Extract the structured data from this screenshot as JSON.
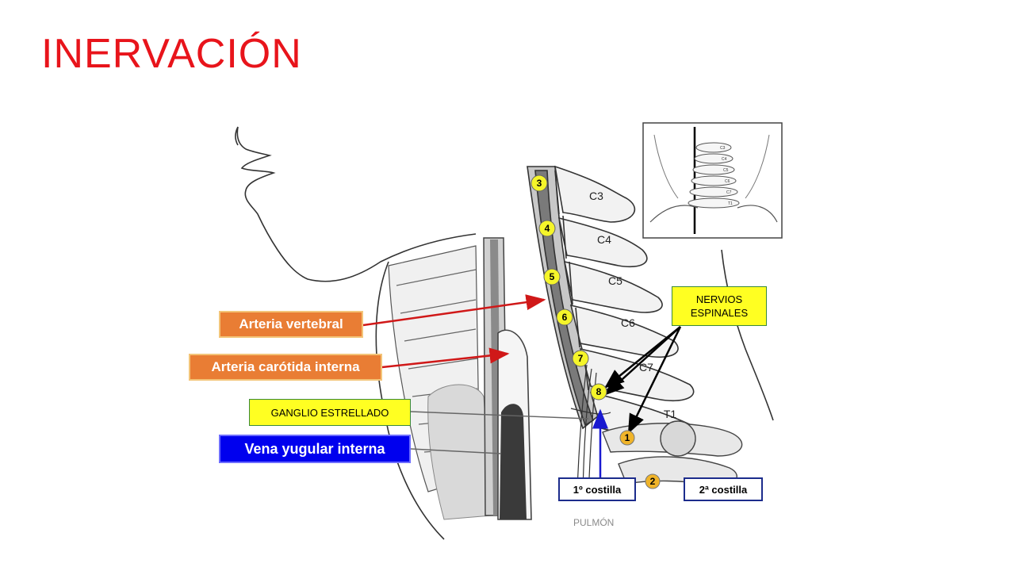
{
  "slide": {
    "title": "INERVACIÓN"
  },
  "labels": {
    "arteria_vertebral": "Arteria vertebral",
    "arteria_carotida": "Arteria carótida interna",
    "ganglio": "GANGLIO ESTRELLADO",
    "vena_yugular": "Vena yugular interna",
    "costilla_1": "1º costilla",
    "costilla_2": "2ª costilla",
    "nervios_line1": "NERVIOS",
    "nervios_line2": "ESPINALES",
    "pulmon": "PULMÓN"
  },
  "vertebrae": {
    "c3": "C3",
    "c4": "C4",
    "c5": "C5",
    "c6": "C6",
    "c7": "C7",
    "t1": "T1"
  },
  "nerve_markers": [
    "3",
    "4",
    "5",
    "6",
    "7",
    "8"
  ],
  "rib_markers": [
    "1",
    "2"
  ],
  "inset_labels": [
    "C3",
    "C4",
    "C5",
    "C6",
    "C7",
    "T1"
  ],
  "colors": {
    "title": "#e8141b",
    "orange_label": "#e97d34",
    "yellow_label": "#ffff22",
    "blue_label": "#0000ee",
    "nerve_marker": "#f5f52a",
    "rib_marker": "#f0b429",
    "arrow_red": "#d01818",
    "arrow_blue": "#1a1ad0"
  }
}
